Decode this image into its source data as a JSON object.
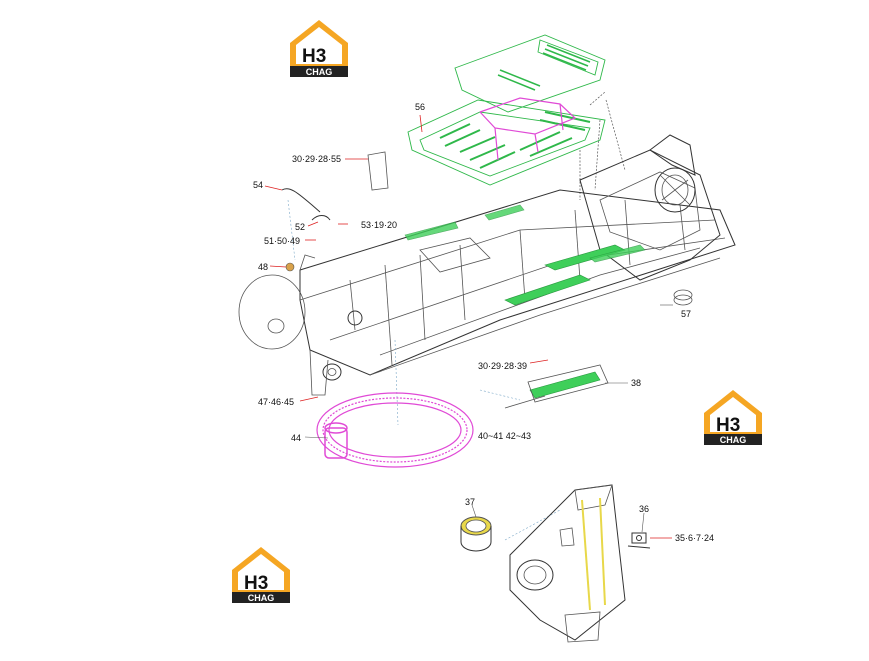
{
  "logos": [
    {
      "letters": "H3",
      "label": "CHAG"
    },
    {
      "letters": "H3",
      "label": "CHAG"
    },
    {
      "letters": "H3",
      "label": "CHAG"
    }
  ],
  "colors": {
    "logo_orange": "#f5a623",
    "logo_dark": "#222222",
    "green_part": "#3fcf5a",
    "magenta_part": "#e04ad6",
    "yellow_part": "#e8d84a",
    "leader_red": "#d22222"
  },
  "callouts": {
    "c56": "56",
    "c30_29_28_55": "30·29·28·55",
    "c54": "54",
    "c52": "52",
    "c53_19_20": "53·19·20",
    "c51_50_49": "51·50·49",
    "c48": "48",
    "c57": "57",
    "c30_29_28_39": "30·29·28·39",
    "c38": "38",
    "c47_46_45": "47·46·45",
    "c44": "44",
    "c40_41_42_43": "40~41 42~43",
    "c37": "37",
    "c36": "36",
    "c35_6_7_24": "35·6·7·24"
  }
}
